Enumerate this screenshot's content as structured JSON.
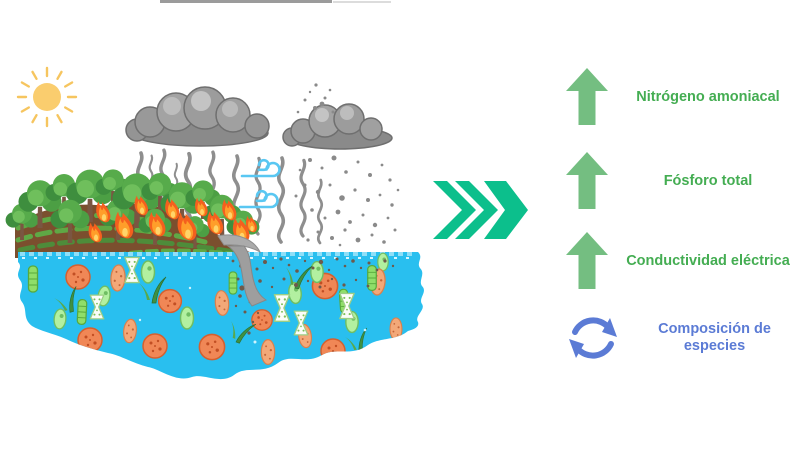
{
  "scene": {
    "icons": [
      "sun-icon",
      "storm-clouds-icon",
      "smoke-icon",
      "wind-icon",
      "ash-particles-icon",
      "forest-icon",
      "terraced-field-icon",
      "wildfire-flames-icon",
      "sediment-runoff-icon",
      "lake-water-icon",
      "plankton-icons",
      "chevron-arrow-icon"
    ],
    "colors": {
      "water": "#29bfef",
      "chevron": "#0cbf8c",
      "arrow_green": "#74be81",
      "label_green": "#44ad52",
      "label_blue": "#5b7bd5",
      "cloud_gray": "#9b9b9b",
      "fire_orange": "#f4601e",
      "sun_yellow": "#facd6e",
      "wind_blue": "#59c7f2"
    }
  },
  "effects": [
    {
      "id": "nitrogeno",
      "label": "Nitrógeno amoniacal",
      "trend": "increase",
      "icon": "arrow-up-icon",
      "color": "#44ad52"
    },
    {
      "id": "fosforo",
      "label": "Fósforo total",
      "trend": "increase",
      "icon": "arrow-up-icon",
      "color": "#44ad52"
    },
    {
      "id": "conductividad",
      "label": "Conductividad eléctrica",
      "trend": "increase",
      "icon": "arrow-up-icon",
      "color": "#44ad52"
    },
    {
      "id": "composicion",
      "label": "Composición de especies",
      "trend": "change",
      "icon": "cycle-arrows-icon",
      "color": "#5b7bd5"
    }
  ]
}
